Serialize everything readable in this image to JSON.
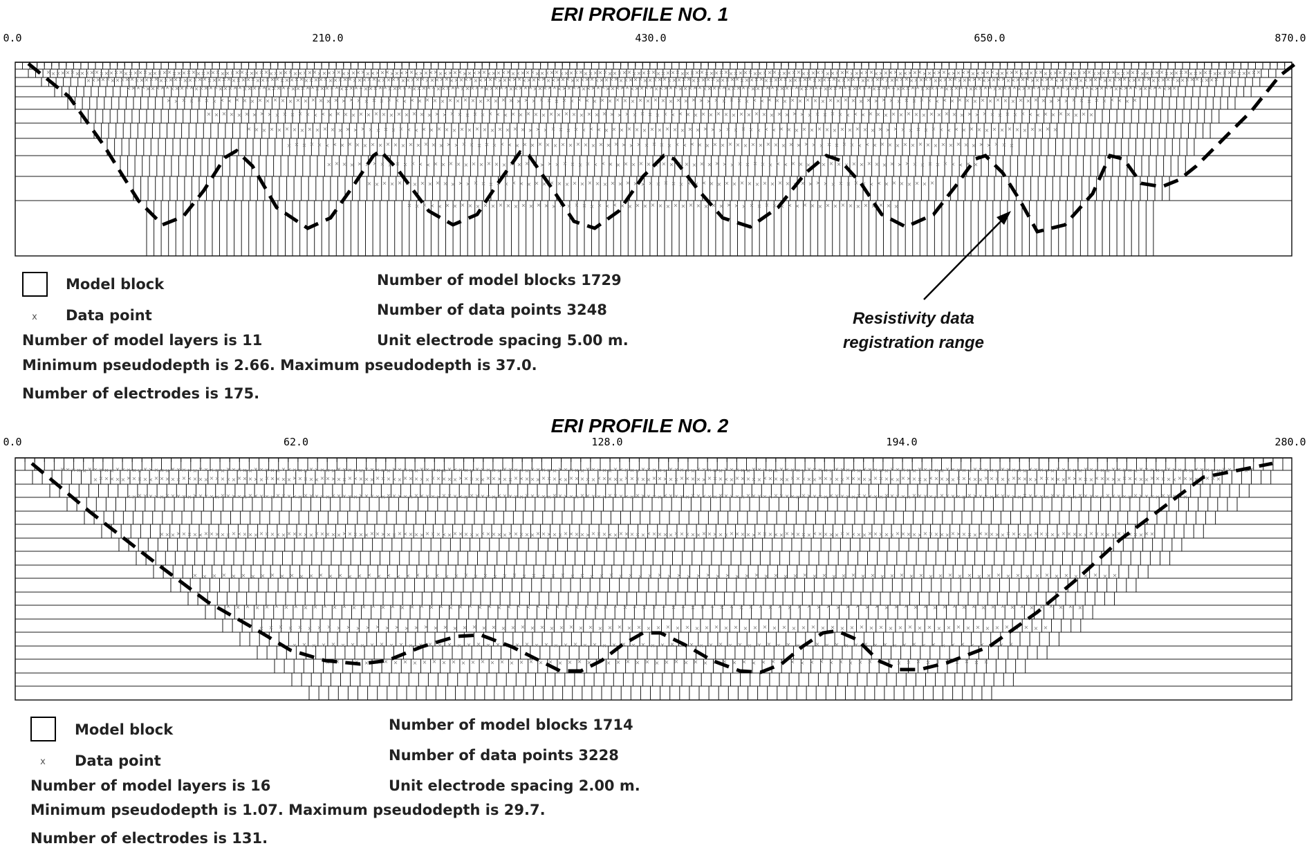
{
  "profiles": [
    {
      "title": "ERI PROFILE NO. 1",
      "ticks": [
        "0.0",
        "210.0",
        "430.0",
        "650.0",
        "870.0"
      ],
      "legend": {
        "block_label": "Model block",
        "point_label": "Data point",
        "point_marker": "x"
      },
      "stats": {
        "blocks": "Number of model blocks 1729",
        "points": "Number of data points 3248",
        "spacing": "Unit electrode spacing 5.00 m.",
        "layers": "Number of model layers is 11",
        "depth": "Minimum pseudodepth is 2.66.  Maximum pseudodepth is 37.0.",
        "electrodes": "Number of electrodes is 175."
      }
    },
    {
      "title": "ERI PROFILE NO. 2",
      "ticks": [
        "0.0",
        "62.0",
        "128.0",
        "194.0",
        "280.0"
      ],
      "legend": {
        "block_label": "Model block",
        "point_label": "Data point",
        "point_marker": "x"
      },
      "stats": {
        "blocks": "Number of model blocks 1714",
        "points": "Number of data points 3228",
        "spacing": "Unit electrode spacing 2.00 m.",
        "layers": "Number of model layers is 16",
        "depth": "Minimum pseudodepth is 1.07.  Maximum pseudodepth is 29.7.",
        "electrodes": "Number of electrodes is 131."
      }
    }
  ],
  "annotation": {
    "line1": "Resistivity data",
    "line2": "registration range"
  },
  "colors": {
    "grid": "#1a1a1a",
    "boundary": "#000000",
    "points": "#777777"
  }
}
